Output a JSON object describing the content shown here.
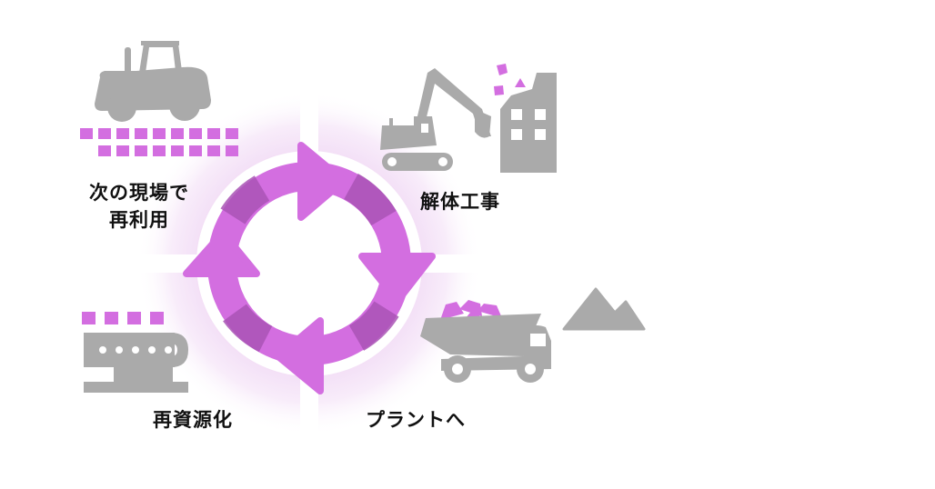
{
  "diagram": {
    "title": "Recycling cycle",
    "colors": {
      "accent": "#d36ee0",
      "accent_dark": "#9b4fa6",
      "icon_gray": "#aaaaaa",
      "glow": "#f1dcf5",
      "text": "#111111",
      "background": "#ffffff"
    },
    "steps": [
      {
        "id": "demolition",
        "label": "解体工事",
        "icon": "excavator-building-icon"
      },
      {
        "id": "to-plant",
        "label": "プラントへ",
        "icon": "dump-truck-icon"
      },
      {
        "id": "recycling",
        "label": "再資源化",
        "icon": "conveyor-icon"
      },
      {
        "id": "reuse",
        "label_line1": "次の現場で",
        "label_line2": "再利用",
        "icon": "roller-tractor-icon"
      }
    ],
    "center": {
      "icon": "cycle-arrows-icon",
      "direction": "clockwise",
      "arrow_count": 4
    }
  }
}
